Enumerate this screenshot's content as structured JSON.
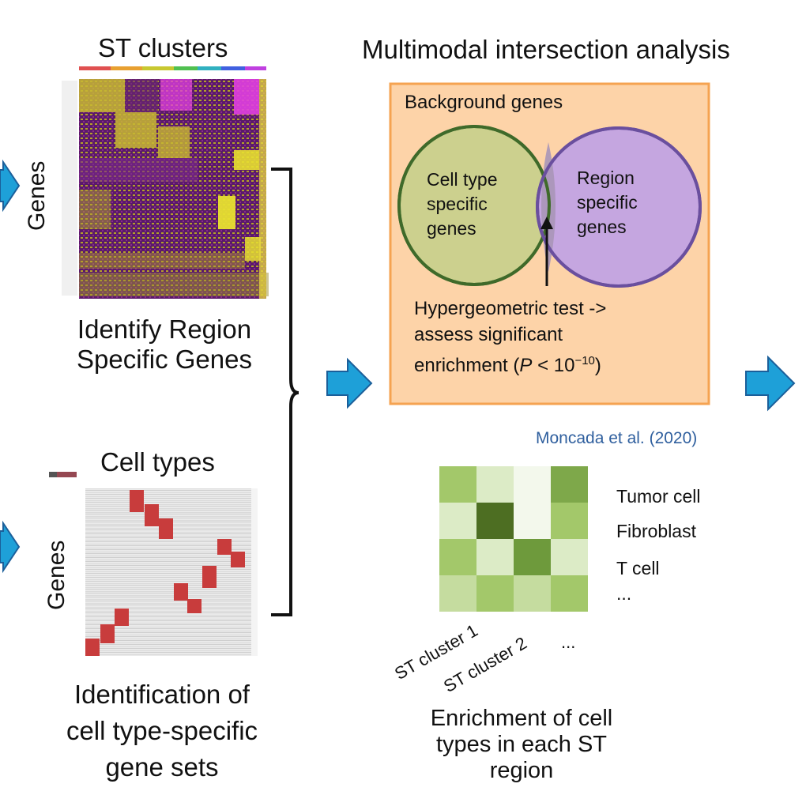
{
  "titles": {
    "st_clusters": "ST clusters",
    "multimodal": "Multimodal intersection analysis",
    "cell_types": "Cell types"
  },
  "axis": {
    "genes_top": "Genes",
    "genes_bottom": "Genes"
  },
  "captions": {
    "region_genes_line1": "Identify Region",
    "region_genes_line2": "Specific Genes",
    "celltype_line1": "Identification of",
    "celltype_line2": "cell type-specific",
    "celltype_line3": "gene sets",
    "enrichment_line1": "Enrichment of cell",
    "enrichment_line2": "types in each ST",
    "enrichment_line3": "region"
  },
  "venn": {
    "box_title": "Background genes",
    "left_line1": "Cell type",
    "left_line2": "specific",
    "left_line3": "genes",
    "right_line1": "Region",
    "right_line2": "specific",
    "right_line3": "genes",
    "test_line1": "Hypergeometric test ->",
    "test_line2": "assess significant",
    "test_line3_prefix": "enrichment (",
    "test_p": "P",
    "test_line3_suffix": " < 10",
    "test_exponent": "−10",
    "test_close": ")"
  },
  "reference": "Moncada et al. (2020)",
  "enrichment": {
    "rows": [
      "Tumor cell",
      "Fibroblast",
      "T cell",
      "..."
    ],
    "cols": [
      "ST cluster 1",
      "ST cluster 2",
      "..."
    ],
    "cell_colors": [
      [
        "#a3c86a",
        "#dcebc6",
        "#f3f8ec",
        "#7ea84a"
      ],
      [
        "#dcebc6",
        "#4d6e22",
        "#f3f8ec",
        "#a3c86a"
      ],
      [
        "#a3c86a",
        "#dcebc6",
        "#6e9a3c",
        "#dcebc6"
      ],
      [
        "#c5dc9f",
        "#a3c86a",
        "#c5dc9f",
        "#a3c86a"
      ]
    ]
  },
  "colors": {
    "arrow_fill": "#1ea0d8",
    "arrow_stroke": "#1b5f9a",
    "box_fill": "#fdd3a8",
    "box_stroke": "#f5a351",
    "left_circle": "#ccd08e",
    "left_circle_stroke": "#3f6a2a",
    "right_circle": "#c5a6e0",
    "right_circle_stroke": "#6a4f9e",
    "overlap": "#a896b8",
    "heatmap_dark": "#3a1040",
    "heatmap_magenta": "#e030e0",
    "heatmap_yellow": "#e8e030"
  }
}
